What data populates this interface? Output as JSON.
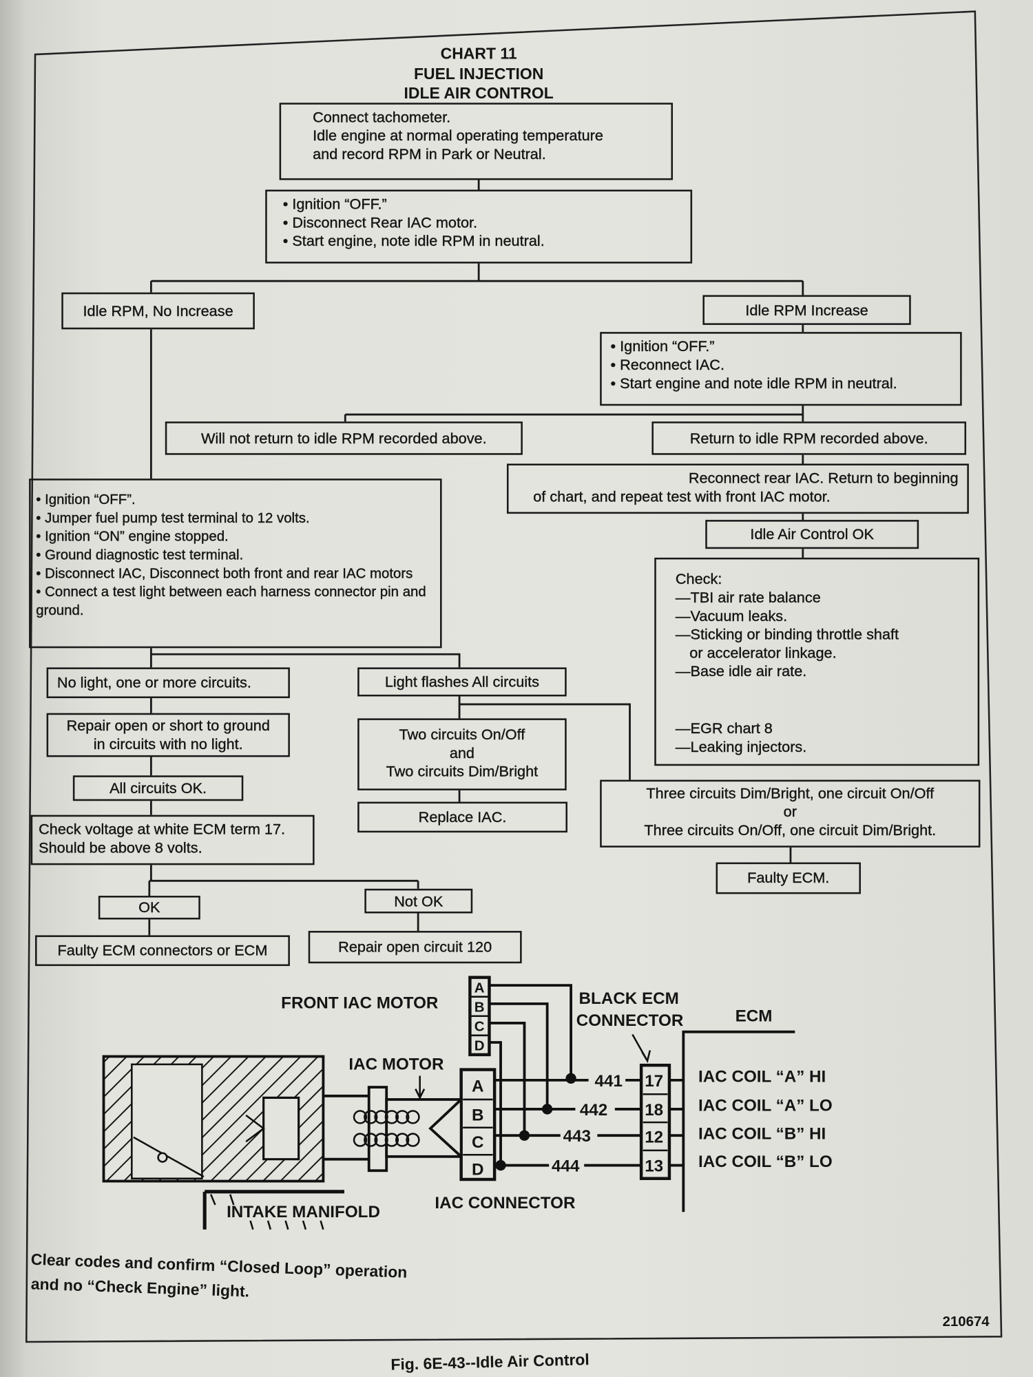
{
  "title": {
    "line1": "CHART 11",
    "line2": "FUEL INJECTION",
    "line3": "IDLE AIR CONTROL"
  },
  "step1": [
    "Connect tachometer.",
    "Idle engine at normal operating temperature",
    "and record RPM in Park or Neutral."
  ],
  "step2": [
    "Ignition “OFF.”",
    "Disconnect Rear IAC motor.",
    "Start engine, note idle RPM in neutral."
  ],
  "left": {
    "no_increase": "Idle RPM, No Increase",
    "test_steps": [
      "Ignition “OFF”.",
      "Jumper fuel pump test terminal  to 12 volts.",
      "Ignition “ON” engine stopped.",
      "Ground diagnostic test terminal.",
      "Disconnect IAC,  Disconnect both front and rear IAC motors",
      "Connect a test light  between each harness connector pin and ground."
    ],
    "no_light": "No light, one or  more circuits.",
    "repair_open": [
      "Repair open or short to ground",
      "in circuits  with no light."
    ],
    "all_ok": "All circuits OK.",
    "check_voltage": [
      "Check voltage at white ECM term 17.",
      "Should be above 8 volts."
    ],
    "ok": "OK",
    "not_ok": "Not OK",
    "faulty_connectors": "Faulty ECM connectors or ECM",
    "repair_120": "Repair open circuit 120",
    "light_flashes": "Light flashes  All circuits",
    "two_circuits": [
      "Two circuits On/Off",
      "and",
      "Two circuits Dim/Bright"
    ],
    "replace_iac": "Replace IAC."
  },
  "right": {
    "increase": "Idle RPM Increase",
    "steps": [
      "Ignition “OFF.”",
      "Reconnect IAC.",
      "Start engine and note idle RPM in neutral."
    ],
    "will_not_return": "Will not return to idle RPM recorded above.",
    "return": "Return to idle RPM recorded above.",
    "reconnect": [
      "Reconnect rear IAC. Return to beginning",
      "of chart, and repeat test with front IAC motor."
    ],
    "iac_ok": "Idle Air Control OK",
    "check_title": "Check:",
    "check_items": [
      "—TBI air rate balance",
      "—Vacuum leaks.",
      "—Sticking or binding throttle shaft",
      "or accelerator linkage.",
      "—Base idle air rate.",
      "—EGR chart 8",
      "—Leaking injectors."
    ],
    "three_circuits": [
      "Three circuits Dim/Bright, one circuit On/Off",
      "or",
      "Three circuits On/Off, one circuit Dim/Bright."
    ],
    "faulty_ecm": "Faulty ECM."
  },
  "wiring": {
    "front_motor": "FRONT IAC MOTOR",
    "pins": [
      "A",
      "B",
      "C",
      "D"
    ],
    "black_connector": [
      "BLACK ECM",
      "CONNECTOR"
    ],
    "ecm": "ECM",
    "iac_motor": "IAC MOTOR",
    "circuits": [
      "441",
      "442",
      "443",
      "444"
    ],
    "terminals": [
      "17",
      "18",
      "12",
      "13"
    ],
    "coils": [
      "IAC COIL “A” HI",
      "IAC COIL “A” LO",
      "IAC COIL “B” HI",
      "IAC COIL “B” LO"
    ],
    "intake": "INTAKE MANIFOLD",
    "iac_connector": "IAC CONNECTOR"
  },
  "footer": {
    "note": [
      "Clear codes and confirm “Closed Loop” operation",
      "and no “Check Engine” light."
    ],
    "code": "210674",
    "caption": "Fig. 6E-43--Idle Air Control"
  }
}
